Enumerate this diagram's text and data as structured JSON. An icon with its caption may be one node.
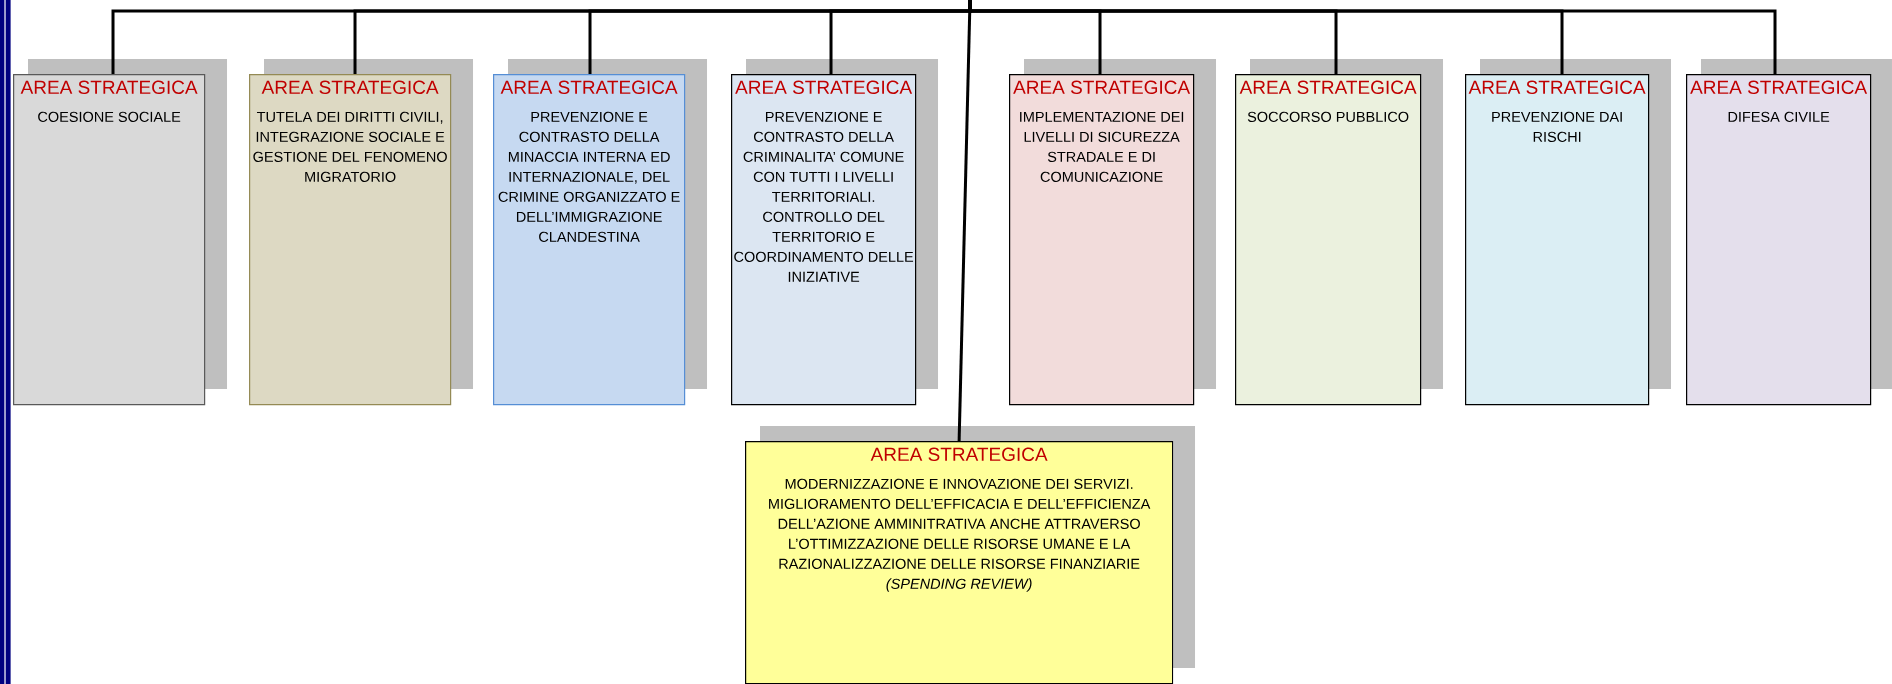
{
  "diagram": {
    "nodes": [
      {
        "text": [
          "AREA STRATEGICA",
          "COESIONE SOCIALE"
        ]
      },
      {
        "text": [
          "AREA STRATEGICA",
          "TUTELA DEI DIRITTI CIVILI, INTEGRAZIONE SOCIALE E GESTIONE DEL FENOMENO MIGRATORIO"
        ]
      },
      {
        "text": [
          "AREA STRATEGICA",
          "PREVENZIONE E CONTRASTO DELLA MINACCIA INTERNA ED INTERNAZIONALE, DEL CRIMINE ORGANIZZATO E DELL’IMMIGRAZIONE CLANDESTINA"
        ]
      },
      {
        "text": [
          "AREA STRATEGICA",
          "PREVENZIONE E CONTRASTO DELLA CRIMINALITA’ COMUNE CON TUTTI I LIVELLI TERRITORIALI. CONTROLLO DEL TERRITORIO E COORDINAMENTO DELLE INIZIATIVE"
        ]
      },
      {
        "text": [
          "AREA STRATEGICA",
          "IMPLEMENTAZIONE DEI LIVELLI DI SICUREZZA STRADALE E DI COMUNICAZIONE"
        ]
      },
      {
        "text": [
          "AREA STRATEGICA",
          "SOCCORSO PUBBLICO"
        ]
      },
      {
        "text": [
          "AREA STRATEGICA",
          "PREVENZIONE DAI RISCHI"
        ]
      },
      {
        "text": [
          "AREA STRATEGICA",
          "DIFESA CIVILE"
        ]
      },
      {
        "text": [
          "AREA STRATEGICA",
          "MODERNIZZAZIONE E INNOVAZIONE DEI SERVIZI. MIGLIORAMENTO DELL’EFFICACIA E DELL’EFFICIENZA DELL’AZIONE AMMINITRATIVA ANCHE ATTRAVERSO L’OTTIMIZZAZIONE DELLE RISORSE UMANE E LA RAZIONALIZZAZIONE DELLE RISORSE FINANZIARIE",
          "(SPENDING REVIEW)"
        ]
      }
    ],
    "edges": [
      {
        "from": null,
        "to": 0,
        "arrow": "none"
      },
      {
        "from": null,
        "to": 1,
        "arrow": "none"
      },
      {
        "from": null,
        "to": 2,
        "arrow": "none"
      },
      {
        "from": null,
        "to": 3,
        "arrow": "none"
      },
      {
        "from": null,
        "to": 4,
        "arrow": "none"
      },
      {
        "from": null,
        "to": 5,
        "arrow": "none"
      },
      {
        "from": null,
        "to": 6,
        "arrow": "none"
      },
      {
        "from": null,
        "to": 7,
        "arrow": "none"
      },
      {
        "from": null,
        "to": 8,
        "arrow": "none"
      }
    ]
  }
}
